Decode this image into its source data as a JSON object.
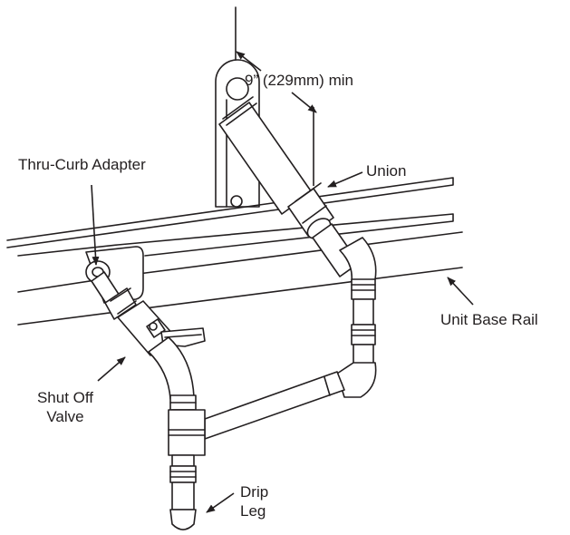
{
  "labels": {
    "clearance": "9” (229mm) min",
    "adapter": "Thru-Curb Adapter",
    "union": "Union",
    "rail": "Unit Base Rail",
    "valve_line1": "Shut Off",
    "valve_line2": "Valve",
    "drip_line1": "Drip",
    "drip_line2": "Leg"
  },
  "colors": {
    "ink": "#231f20",
    "fill": "#ffffff"
  }
}
